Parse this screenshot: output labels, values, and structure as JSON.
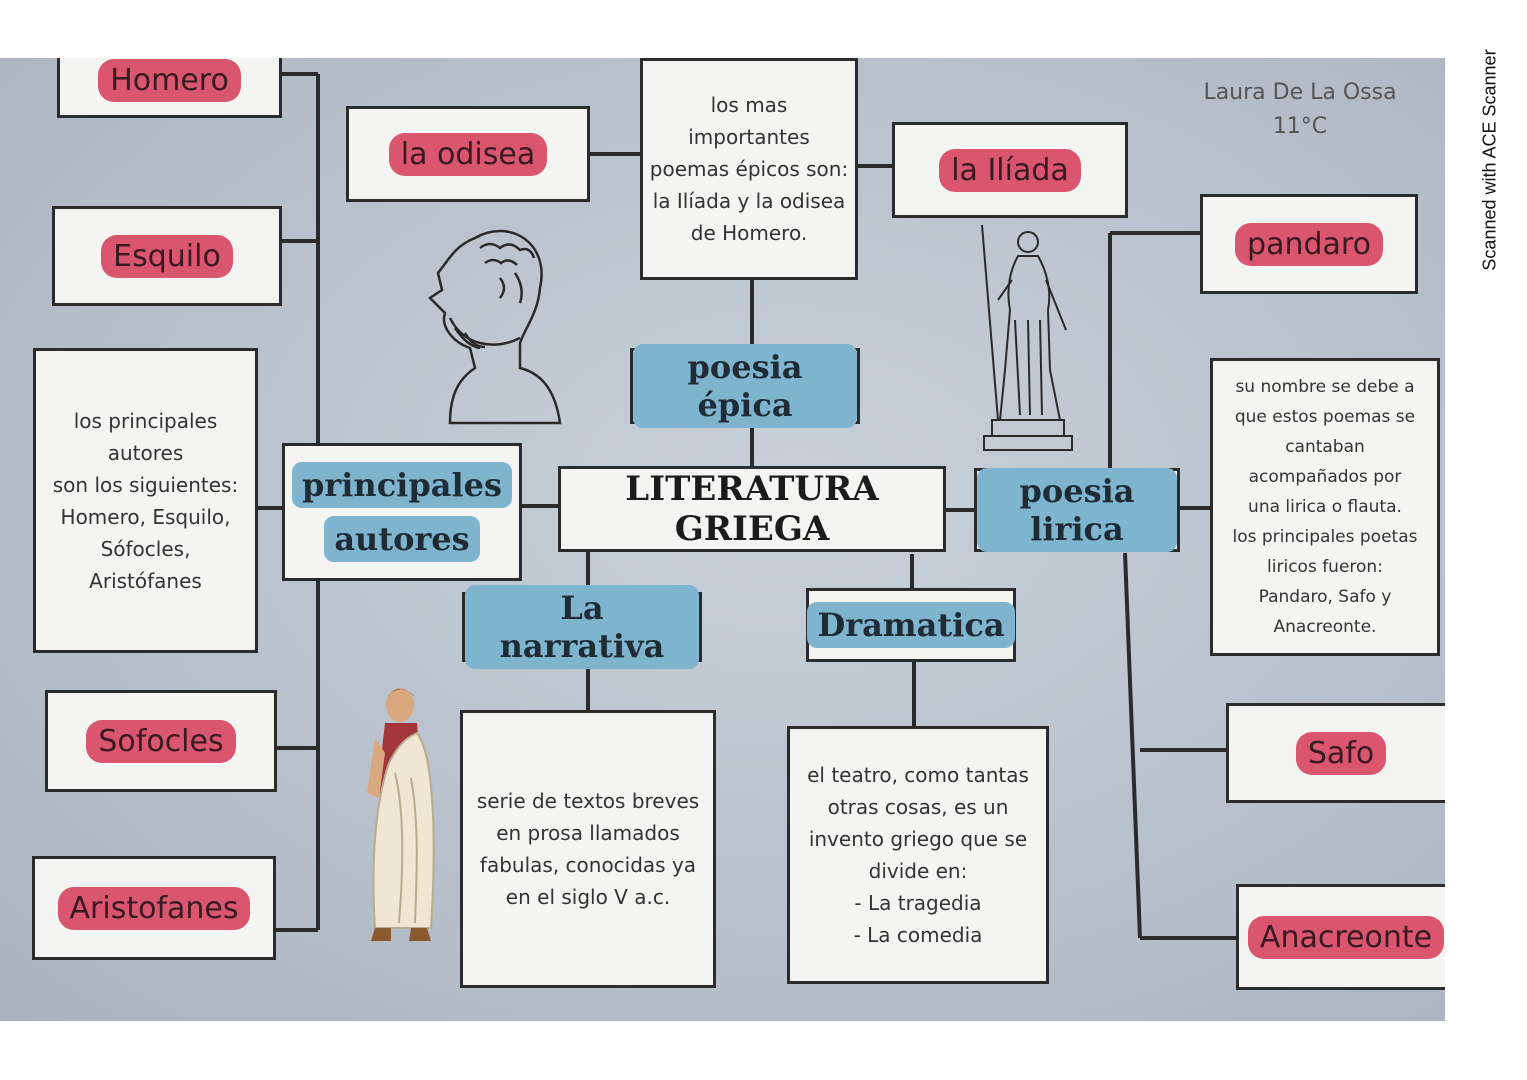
{
  "watermark": "Scanned with ACE Scanner",
  "author": {
    "name": "Laura De La Ossa",
    "grade": "11°C"
  },
  "center": "LITERATURA GRIEGA",
  "epica": {
    "label": "poesia épica",
    "note": "los mas importantes\npoemas épicos son:\nla Ilíada y la odisea\nde Homero.",
    "works": [
      "la odisea",
      "la Ilíada"
    ]
  },
  "autores": {
    "label_1": "principales",
    "label_2": "autores",
    "note": "los principales autores\nson los siguientes:\nHomero, Esquilo,\nSófocles, Aristófanes",
    "names": [
      "Homero",
      "Esquilo",
      "Sofocles",
      "Aristofanes"
    ]
  },
  "lirica": {
    "label": "poesia lirica",
    "note": "su nombre se debe a\nque estos poemas se\ncantaban\nacompañados por\nuna lirica o flauta.\nlos principales poetas\nliricos fueron:\nPandaro, Safo y\nAnacreonte.",
    "poets": [
      "pandaro",
      "Safo",
      "Anacreonte"
    ]
  },
  "narrativa": {
    "label": "La narrativa",
    "note": "serie de textos breves\nen prosa llamados\nfabulas, conocidas ya\nen el siglo V a.c."
  },
  "dramatica": {
    "label": "Dramatica",
    "note": "el teatro, como tantas\notras cosas, es un\ninvento griego que se\ndivide en:\n- La tragedia\n- La comedia"
  },
  "colors": {
    "pink": "#d9566e",
    "blue": "#7fb4ce",
    "line": "#2b2b2b"
  },
  "illustrations": [
    "philosopher-bust-icon",
    "goddess-statue-icon",
    "greek-man-figure-icon"
  ]
}
